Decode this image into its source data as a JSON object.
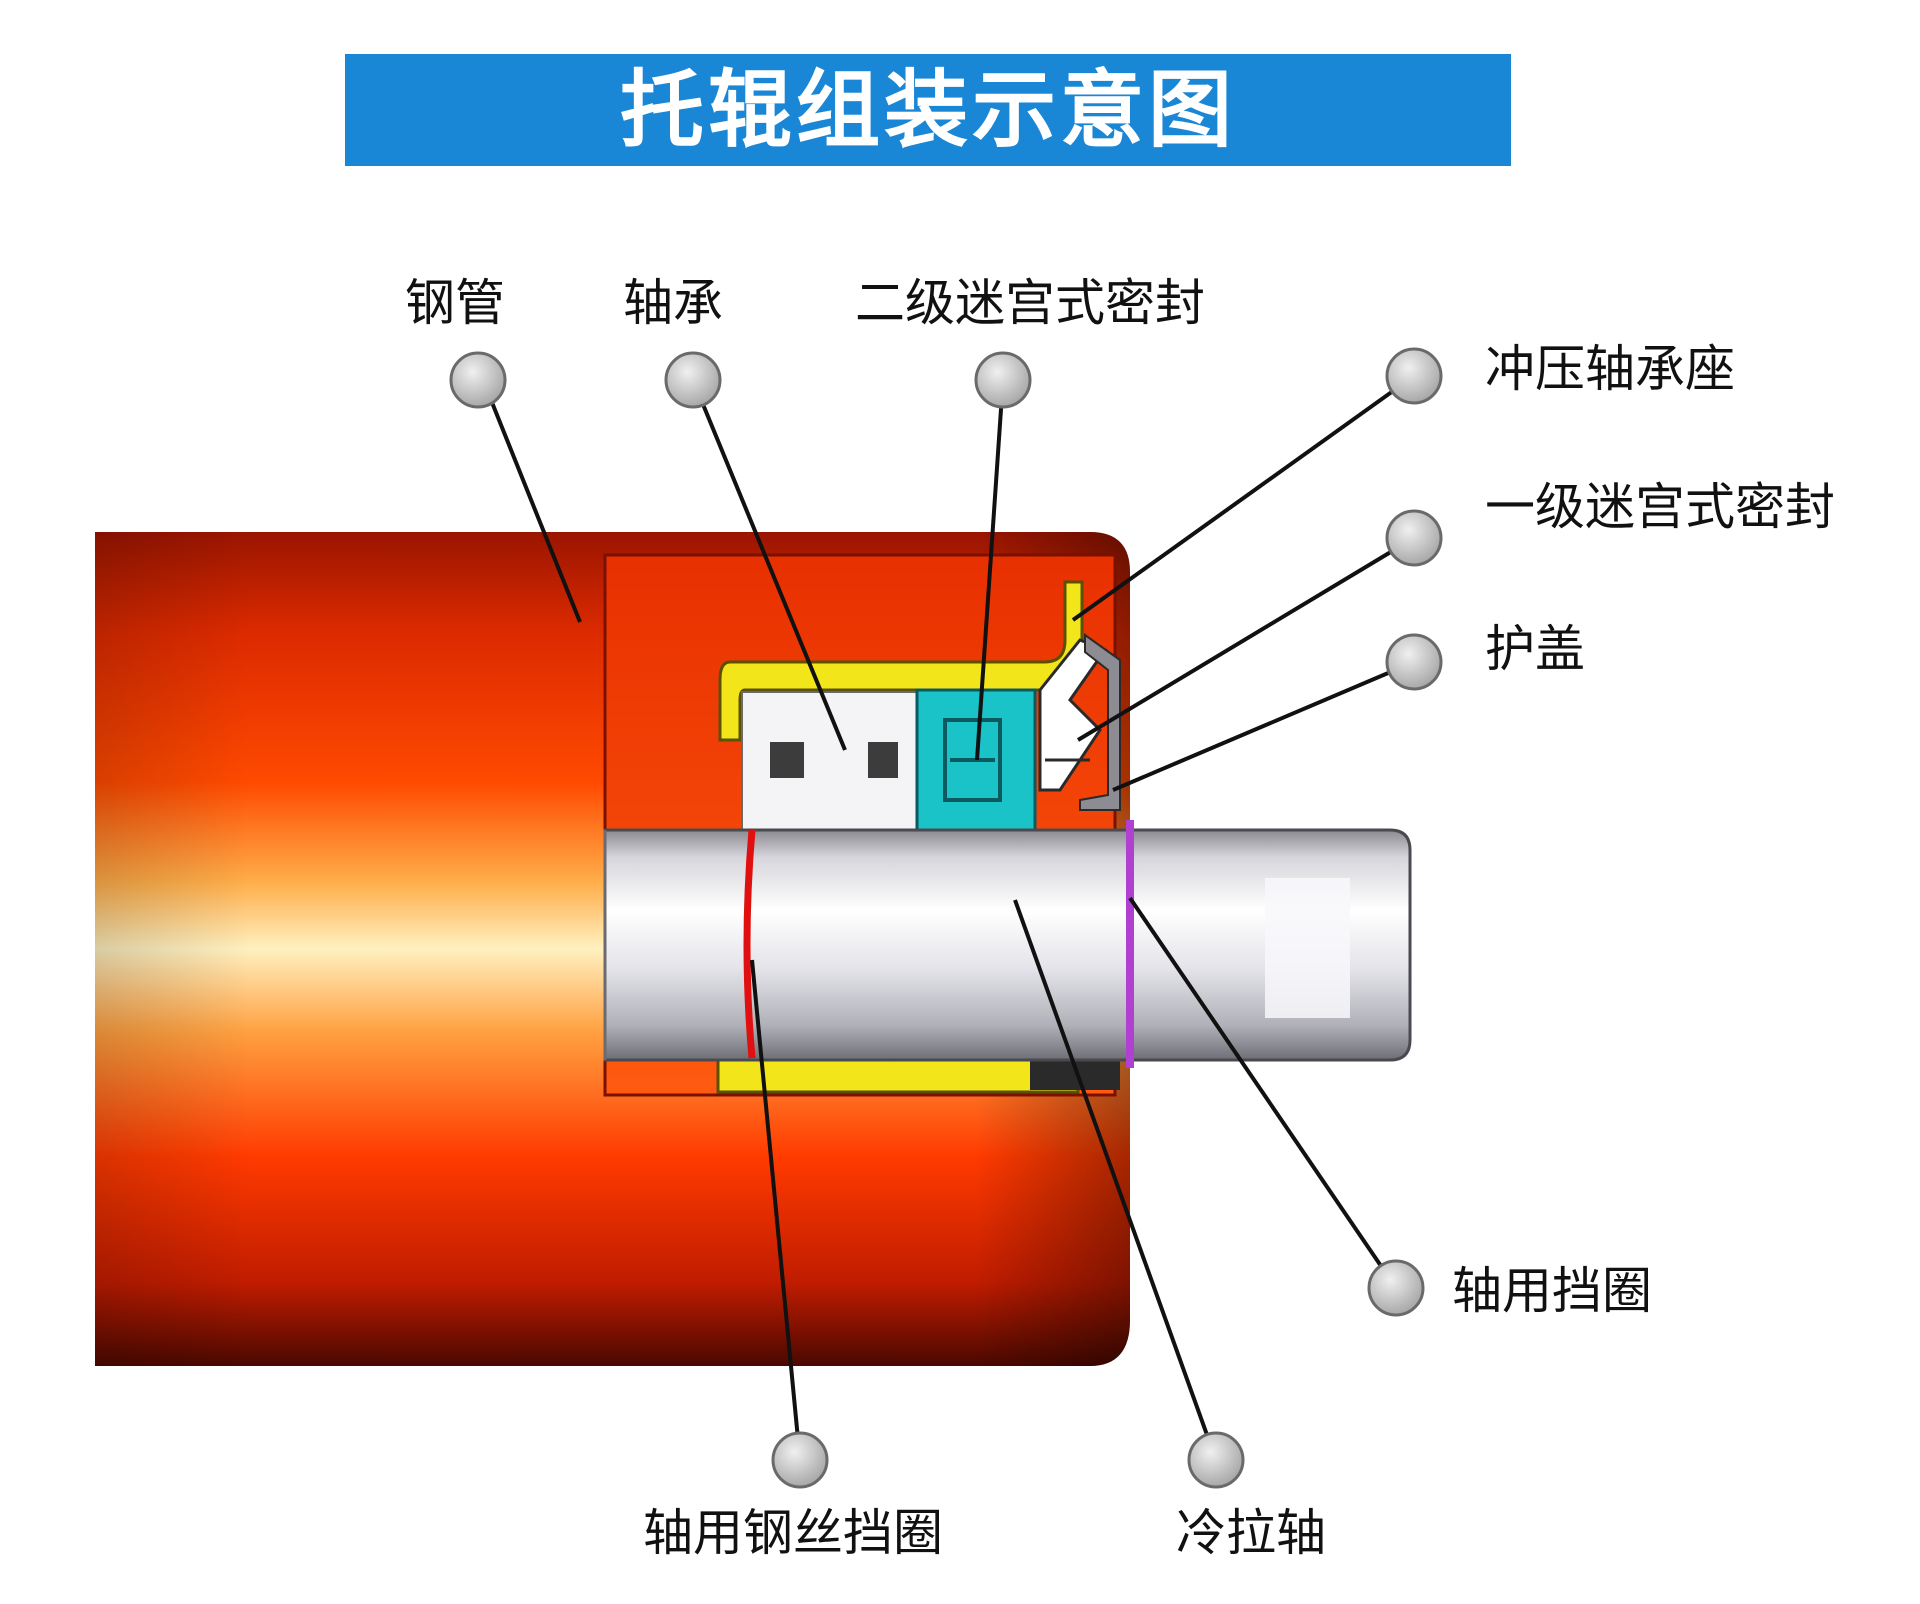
{
  "title": "托辊组装示意图",
  "labels": {
    "steel_tube": "钢管",
    "bearing": "轴承",
    "secondary_labyrinth_seal": "二级迷宫式密封",
    "stamped_bearing_seat": "冲压轴承座",
    "primary_labyrinth_seal": "一级迷宫式密封",
    "protective_cover": "护盖",
    "shaft_retaining_ring": "轴用挡圈",
    "shaft_wire_retaining_ring": "轴用钢丝挡圈",
    "cold_drawn_shaft": "冷拉轴"
  },
  "colors": {
    "title_bar": "#1a87d6",
    "tube": "#e62a00",
    "bearing_seat": "#f2e61a",
    "seal": "#19c3c8",
    "shaft": "#d9d9df",
    "callout_dot": "#c8c8c8",
    "wire_ring": "#e01010",
    "retaining_ring": "#b040d0"
  }
}
